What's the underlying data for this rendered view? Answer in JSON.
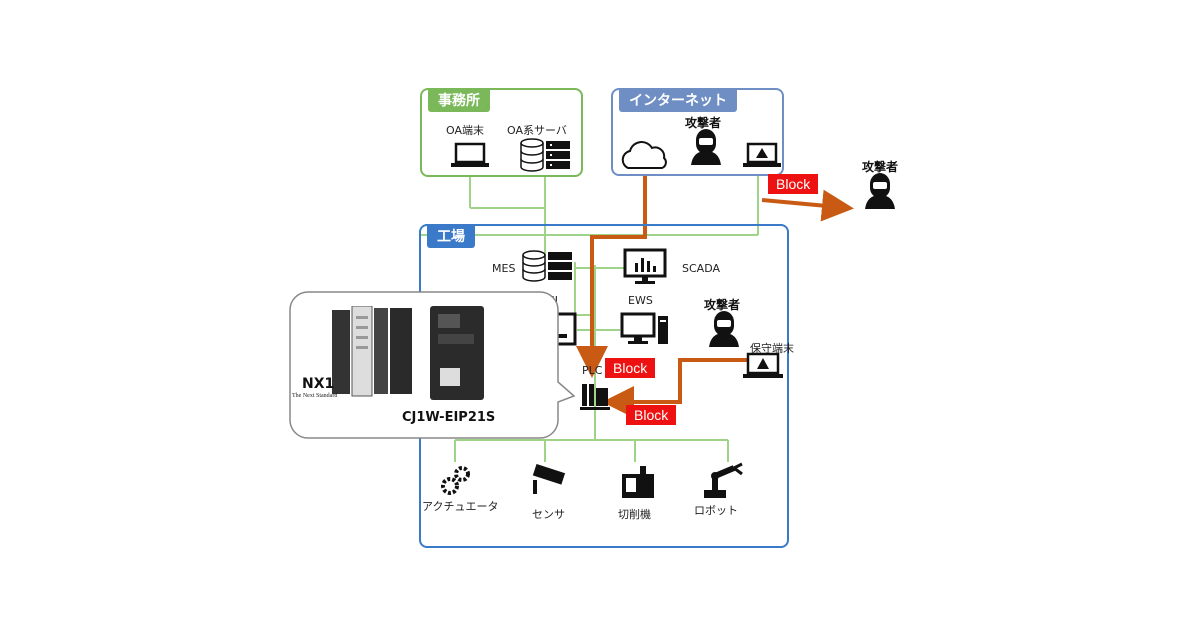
{
  "zones": {
    "office": {
      "title": "事務所",
      "color": "#7ab85a"
    },
    "internet": {
      "title": "インターネット",
      "color": "#6f8fc4"
    },
    "factory": {
      "title": "工場",
      "color": "#3a7ac8"
    }
  },
  "office": {
    "oa_terminal": "OA端末",
    "oa_server": "OA系サーバ"
  },
  "internet": {
    "attacker": "攻撃者"
  },
  "outside": {
    "attacker": "攻撃者"
  },
  "factory": {
    "mes": "MES",
    "scada": "SCADA",
    "hmi": "HMI",
    "ews": "EWS",
    "attacker": "攻撃者",
    "maintenance": "保守端末",
    "plc": "PLC",
    "devices": [
      "アクチュエータ",
      "センサ",
      "切削機",
      "ロボット"
    ]
  },
  "callout": {
    "nx1": "NX1",
    "nx1_sub": "The Next Standard",
    "cj1w": "CJ1W-EIP21S"
  },
  "blocks": [
    "Block",
    "Block",
    "Block"
  ],
  "colors": {
    "attack": "#c85a14",
    "link": "#9fd38a",
    "block": "#ee1111"
  }
}
